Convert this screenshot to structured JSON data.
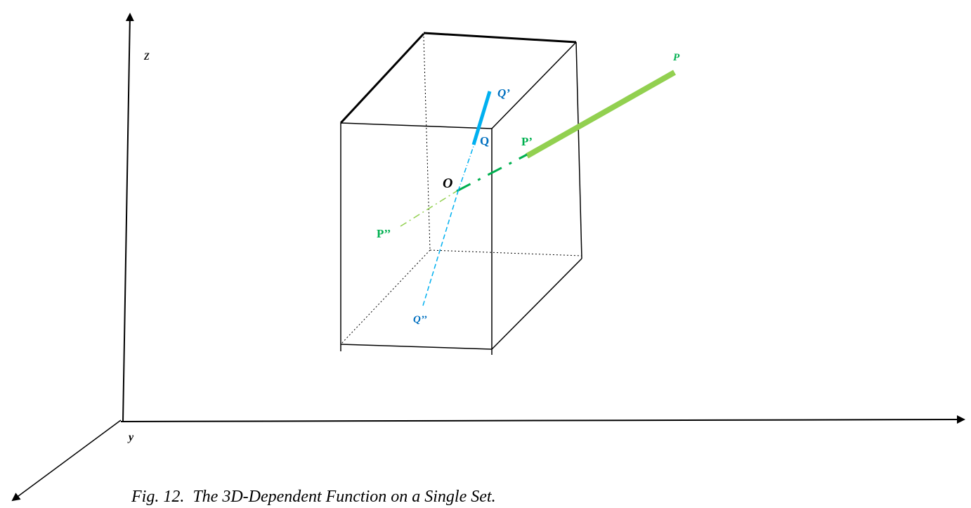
{
  "axes": {
    "z_label": "z",
    "y_label": "y"
  },
  "points": {
    "O": "O",
    "P": "P",
    "P_prime": "P’",
    "P_double_prime": "P’’",
    "Q": "Q",
    "Q_prime": "Q’",
    "Q_double_prime": "Q’’"
  },
  "caption": "Fig. 12.  The 3D-Dependent Function on a Single Set.",
  "colors": {
    "axis": "#000000",
    "box_edge": "#000000",
    "p_segment_light": "#92d050",
    "p_segment_dark": "#00b050",
    "p_label": "#00b050",
    "q_segment": "#00b0f0",
    "q_label": "#0070c0"
  }
}
